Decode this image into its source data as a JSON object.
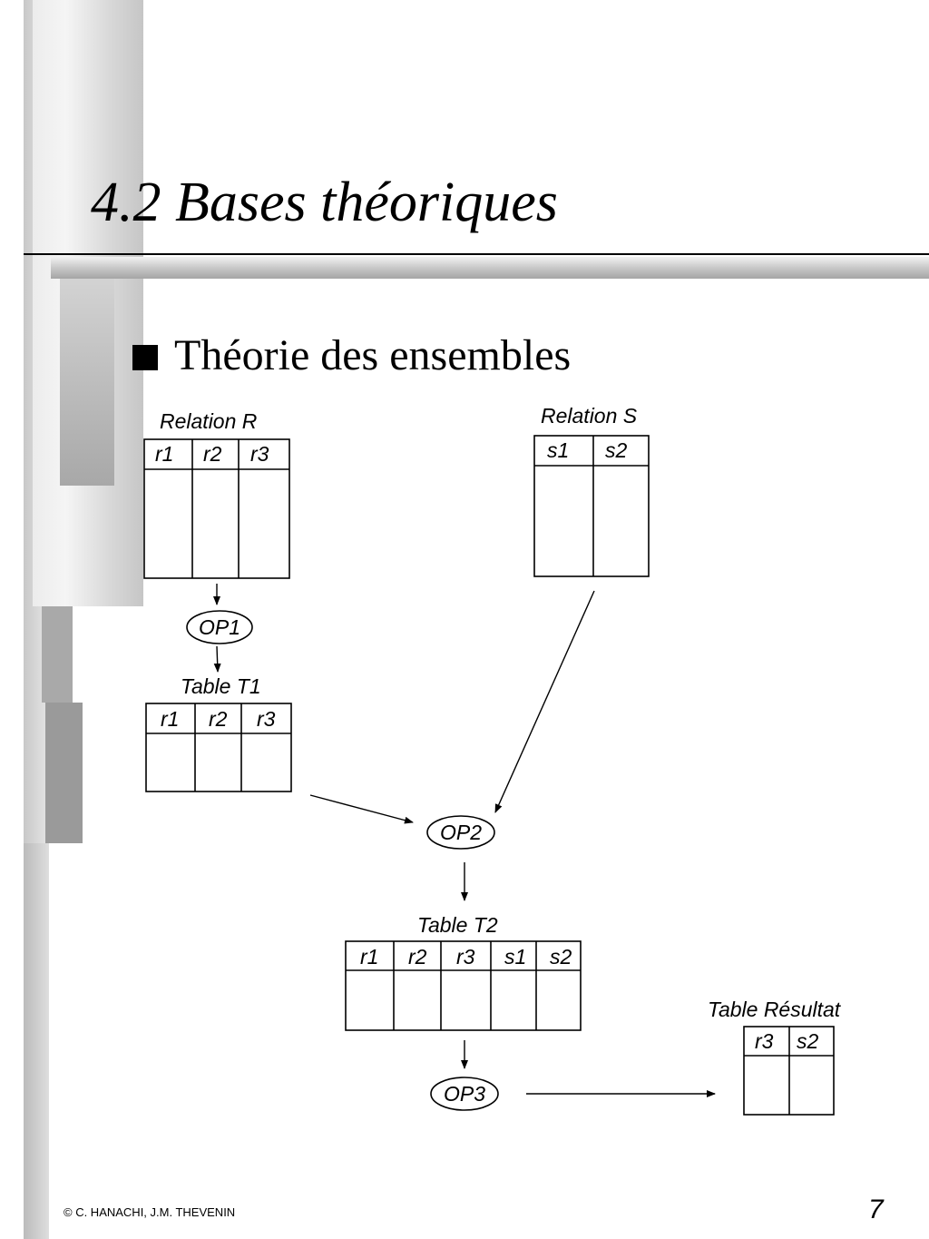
{
  "slide": {
    "title": "4.2 Bases théoriques",
    "bullet": "Théorie des ensembles"
  },
  "diagram": {
    "relation_r": {
      "caption": "Relation R",
      "columns": [
        "r1",
        "r2",
        "r3"
      ]
    },
    "relation_s": {
      "caption": "Relation S",
      "columns": [
        "s1",
        "s2"
      ]
    },
    "table_t1": {
      "caption": "Table T1",
      "columns": [
        "r1",
        "r2",
        "r3"
      ]
    },
    "table_t2": {
      "caption": "Table T2",
      "columns": [
        "r1",
        "r2",
        "r3",
        "s1",
        "s2"
      ]
    },
    "table_result": {
      "caption": "Table Résultat",
      "columns": [
        "r3",
        "s2"
      ]
    },
    "operations": [
      "OP1",
      "OP2",
      "OP3"
    ]
  },
  "footer": {
    "copyright": "© C. HANACHI, J.M. THEVENIN",
    "page_number": "7"
  }
}
